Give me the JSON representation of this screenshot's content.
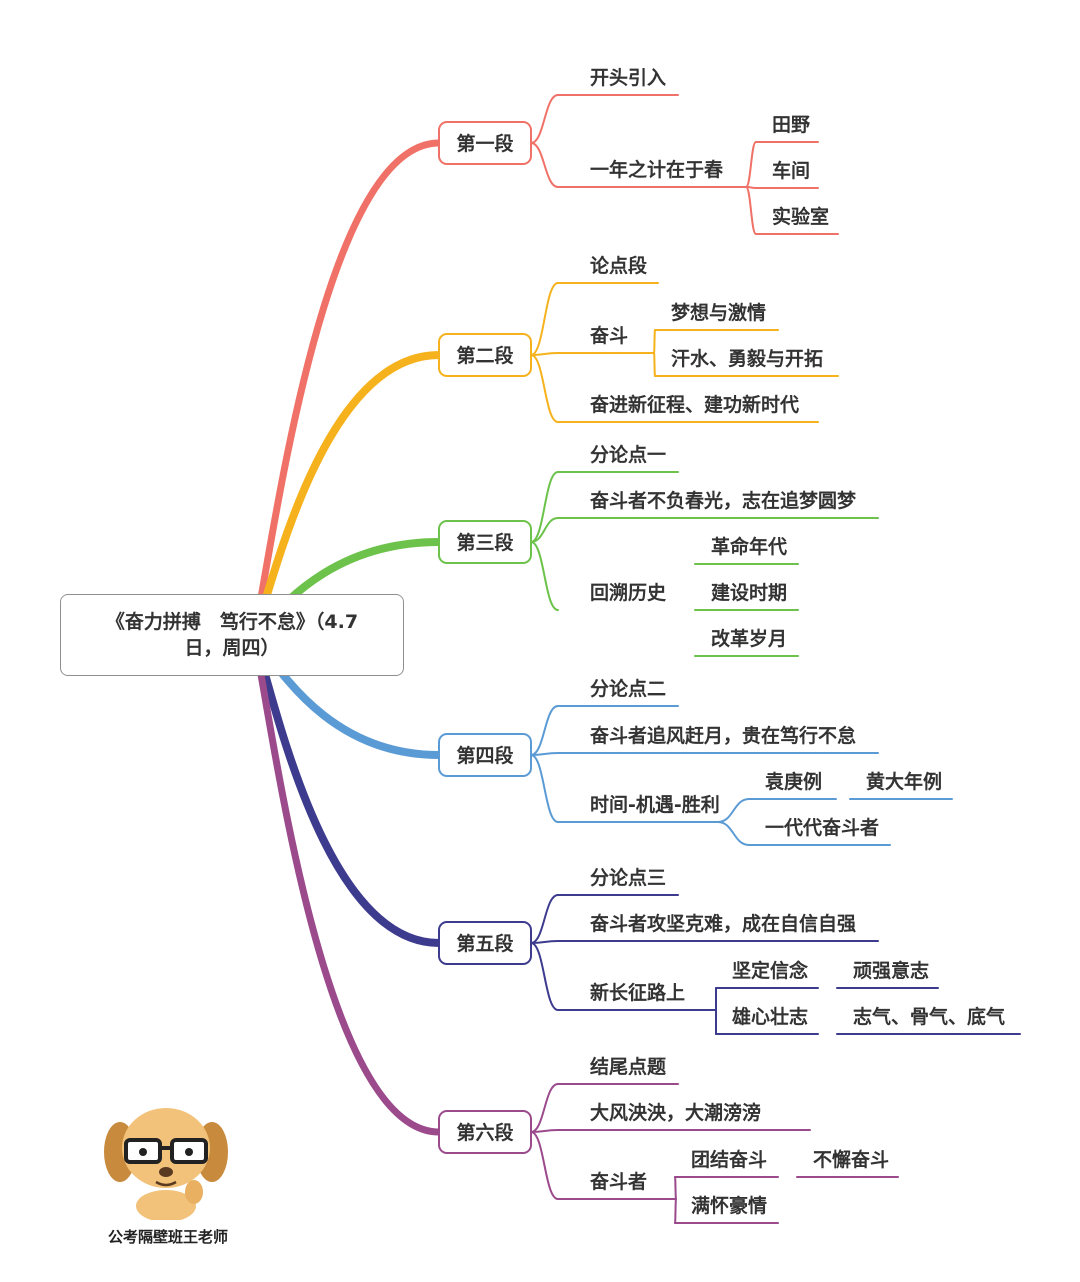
{
  "root": {
    "title": "《奋力拼搏　笃行不怠》（4.7日，周四）"
  },
  "sections": [
    {
      "label": "第一段",
      "color": "#f07167",
      "items": [
        {
          "text": "开头引入"
        },
        {
          "text": "一年之计在于春",
          "children": [
            "田野",
            "车间",
            "实验室"
          ]
        }
      ]
    },
    {
      "label": "第二段",
      "color": "#f5b21c",
      "items": [
        {
          "text": "论点段"
        },
        {
          "text": "奋斗",
          "children": [
            "梦想与激情",
            "汗水、勇毅与开拓"
          ]
        },
        {
          "text": "奋进新征程、建功新时代"
        }
      ]
    },
    {
      "label": "第三段",
      "color": "#6cc24a",
      "items": [
        {
          "text": "分论点一"
        },
        {
          "text": "奋斗者不负春光，志在追梦圆梦"
        },
        {
          "text": "回溯历史",
          "children": [
            "革命年代",
            "建设时期",
            "改革岁月"
          ]
        }
      ]
    },
    {
      "label": "第四段",
      "color": "#5b9bd5",
      "items": [
        {
          "text": "分论点二"
        },
        {
          "text": "奋斗者追风赶月，贵在笃行不怠"
        },
        {
          "text": "时间-机遇-胜利",
          "children": [
            "袁庚例",
            "黄大年例",
            "一代代奋斗者"
          ]
        }
      ]
    },
    {
      "label": "第五段",
      "color": "#3d3b8e",
      "items": [
        {
          "text": "分论点三"
        },
        {
          "text": "奋斗者攻坚克难，成在自信自强"
        },
        {
          "text": "新长征路上",
          "children": [
            "坚定信念",
            "顽强意志",
            "雄心壮志",
            "志气、骨气、底气"
          ]
        }
      ]
    },
    {
      "label": "第六段",
      "color": "#9b4a8c",
      "items": [
        {
          "text": "结尾点题"
        },
        {
          "text": "大风泱泱，大潮滂滂"
        },
        {
          "text": "奋斗者",
          "children": [
            "团结奋斗",
            "不懈奋斗",
            "满怀豪情"
          ]
        }
      ]
    }
  ],
  "watermark": {
    "caption": "公考隔壁班王老师"
  }
}
